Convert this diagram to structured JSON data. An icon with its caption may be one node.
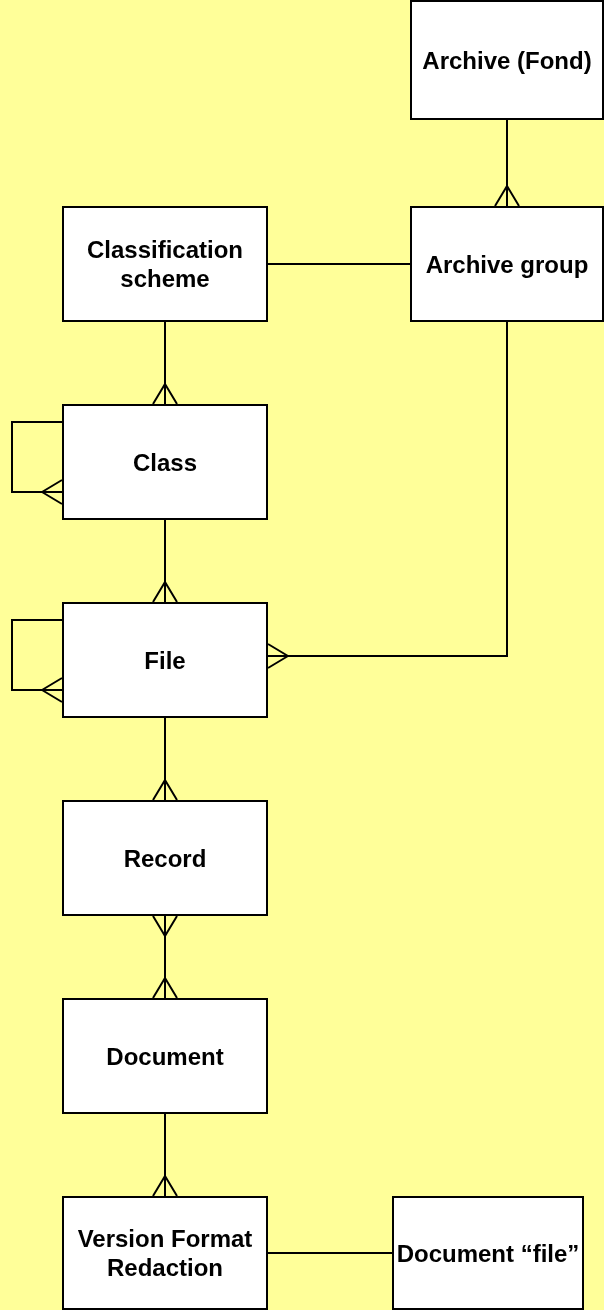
{
  "diagram": {
    "nodes": [
      {
        "text": [
          "Archive (Fond)"
        ]
      },
      {
        "text": [
          "Classification scheme"
        ]
      },
      {
        "text": [
          "Archive group"
        ]
      },
      {
        "text": [
          "Class"
        ]
      },
      {
        "text": [
          "File"
        ]
      },
      {
        "text": [
          "Record"
        ]
      },
      {
        "text": [
          "Document"
        ]
      },
      {
        "text": [
          "Version Format Redaction"
        ]
      },
      {
        "text": [
          "Document “file”"
        ]
      }
    ],
    "edges": [
      {
        "from": 0,
        "to": 2,
        "arrow": "other"
      },
      {
        "from": 1,
        "to": 2,
        "arrow": "none"
      },
      {
        "from": 1,
        "to": 3,
        "arrow": "other"
      },
      {
        "from": 3,
        "to": 3,
        "arrow": "other"
      },
      {
        "from": 3,
        "to": 4,
        "arrow": "other"
      },
      {
        "from": 4,
        "to": 4,
        "arrow": "other"
      },
      {
        "from": 2,
        "to": 4,
        "arrow": "other"
      },
      {
        "from": 4,
        "to": 5,
        "arrow": "other"
      },
      {
        "from": 5,
        "to": 6,
        "arrow": "other"
      },
      {
        "from": 6,
        "to": 7,
        "arrow": "other"
      },
      {
        "from": 7,
        "to": 8,
        "arrow": "none"
      }
    ]
  }
}
